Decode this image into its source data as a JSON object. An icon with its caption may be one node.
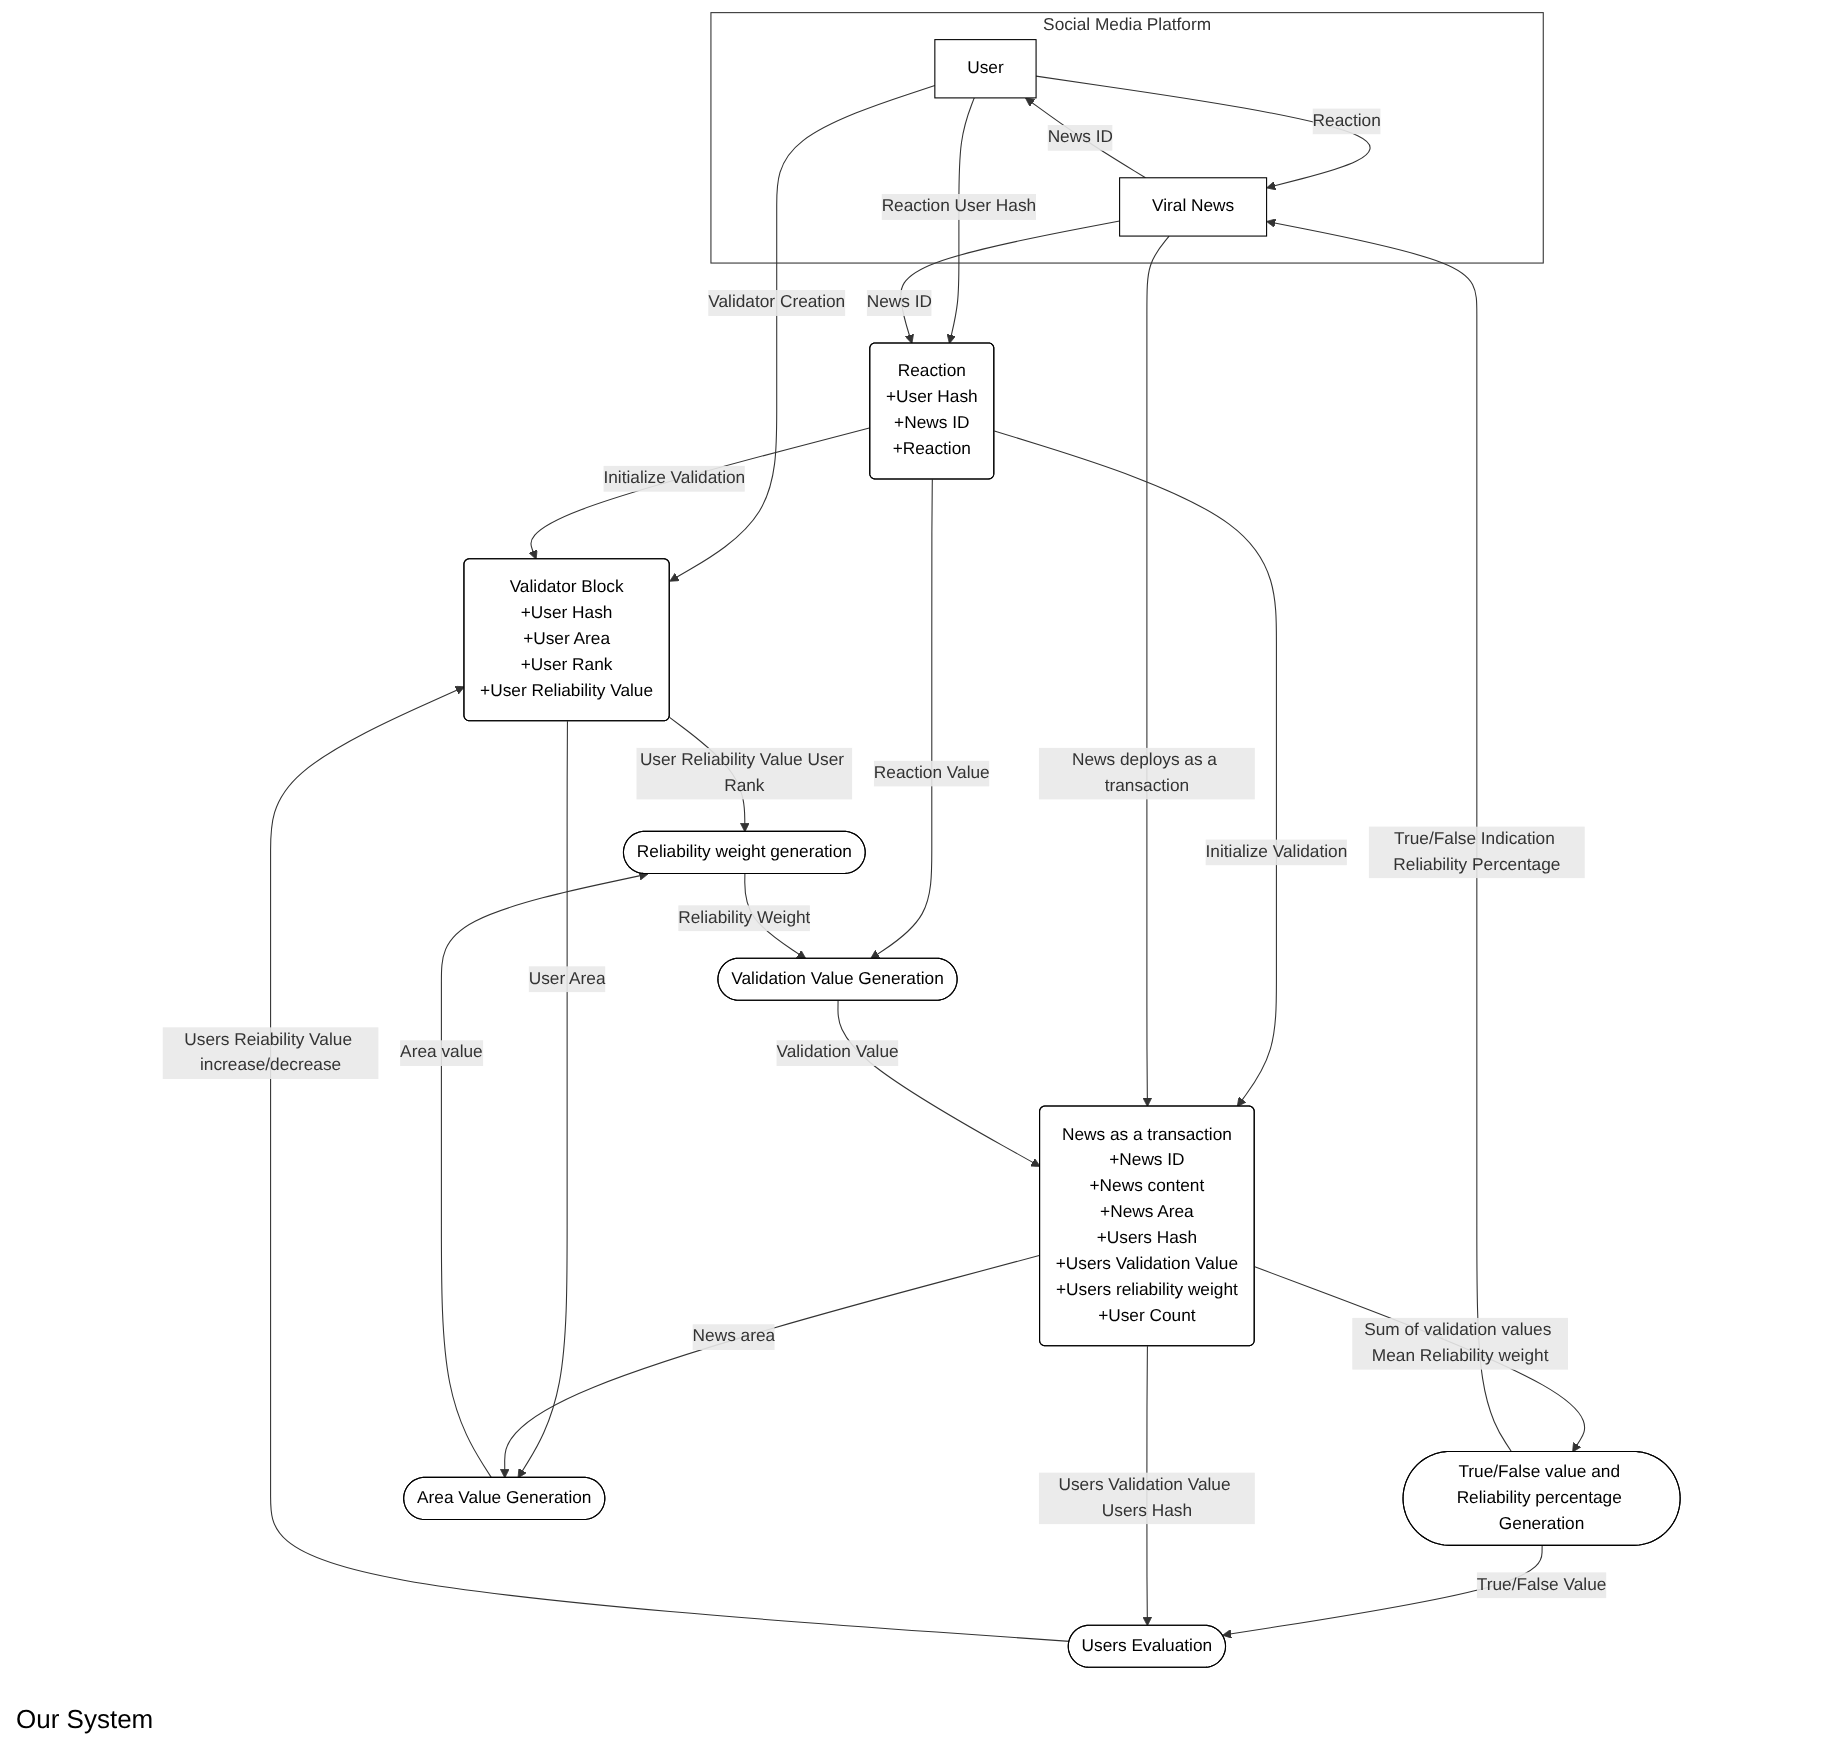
{
  "diagram": {
    "nodes": [
      {
        "text": [
          "Social Media Platform"
        ]
      },
      {
        "text": [
          "User"
        ],
        "in": 0
      },
      {
        "text": [
          "Viral News"
        ],
        "in": 0
      },
      {
        "text": [
          "Reaction",
          "+User Hash",
          "+News ID",
          "+Reaction"
        ]
      },
      {
        "text": [
          "Validator Block",
          "+User Hash",
          "+User Area",
          "+User Rank",
          "+User Reliability Value"
        ]
      },
      {
        "text": [
          "News as a transaction",
          "+News ID",
          "+News content",
          "+News Area",
          "+Users Hash",
          "+Users Validation Value",
          "+Users reliability weight",
          "+User Count"
        ]
      },
      {
        "text": [
          "Validation Value Generation"
        ]
      },
      {
        "text": [
          "True/False value and Reliability percentage Generation"
        ]
      },
      {
        "text": [
          "Reliability weight generation"
        ]
      },
      {
        "text": [
          "Users Evaluation"
        ]
      },
      {
        "text": [
          "Area Value Generation"
        ]
      }
    ],
    "edges": [
      {
        "from": 1,
        "to": 2,
        "arrow": "to",
        "label": "Reaction"
      },
      {
        "from": 2,
        "to": 1,
        "arrow": "to",
        "label": "News ID"
      },
      {
        "from": 1,
        "to": 3,
        "arrow": "to",
        "label": "Reaction User Hash"
      },
      {
        "from": 2,
        "to": 3,
        "arrow": "to",
        "label": "News ID"
      },
      {
        "from": 1,
        "to": 4,
        "arrow": "to",
        "label": "Validator Creation"
      },
      {
        "from": 3,
        "to": 4,
        "arrow": "to",
        "label": "Initialize Validation"
      },
      {
        "from": 3,
        "to": 5,
        "arrow": "to",
        "label": "Initialize Validation"
      },
      {
        "from": 2,
        "to": 5,
        "arrow": "to",
        "label": "News deploys as a transaction"
      },
      {
        "from": 3,
        "to": 6,
        "arrow": "to",
        "label": "Reaction Value"
      },
      {
        "from": 6,
        "to": 5,
        "arrow": "to",
        "label": "Validation Value"
      },
      {
        "from": 5,
        "to": 7,
        "arrow": "to",
        "label": "Sum of validation values Mean Reliability weight"
      },
      {
        "from": 7,
        "to": 2,
        "arrow": "to",
        "label": "True/False Indication Reliability Percentage"
      },
      {
        "from": 7,
        "to": 9,
        "arrow": "to",
        "label": "True/False Value"
      },
      {
        "from": 4,
        "to": 8,
        "arrow": "to",
        "label": "User Reliability Value User Rank"
      },
      {
        "from": 8,
        "to": 6,
        "arrow": "to",
        "label": "Reliability Weight"
      },
      {
        "from": 10,
        "to": 8,
        "arrow": "to",
        "label": "Area value"
      },
      {
        "from": 4,
        "to": 10,
        "arrow": "to",
        "label": "User Area"
      },
      {
        "from": 5,
        "to": 10,
        "arrow": "to",
        "label": "News area"
      },
      {
        "from": 5,
        "to": 9,
        "arrow": "to",
        "label": "Users Validation Value Users Hash"
      },
      {
        "from": 9,
        "to": 4,
        "arrow": "to",
        "label": "Users Reiability Value increase/decrease"
      }
    ],
    "labels": [
      "Our System"
    ]
  }
}
